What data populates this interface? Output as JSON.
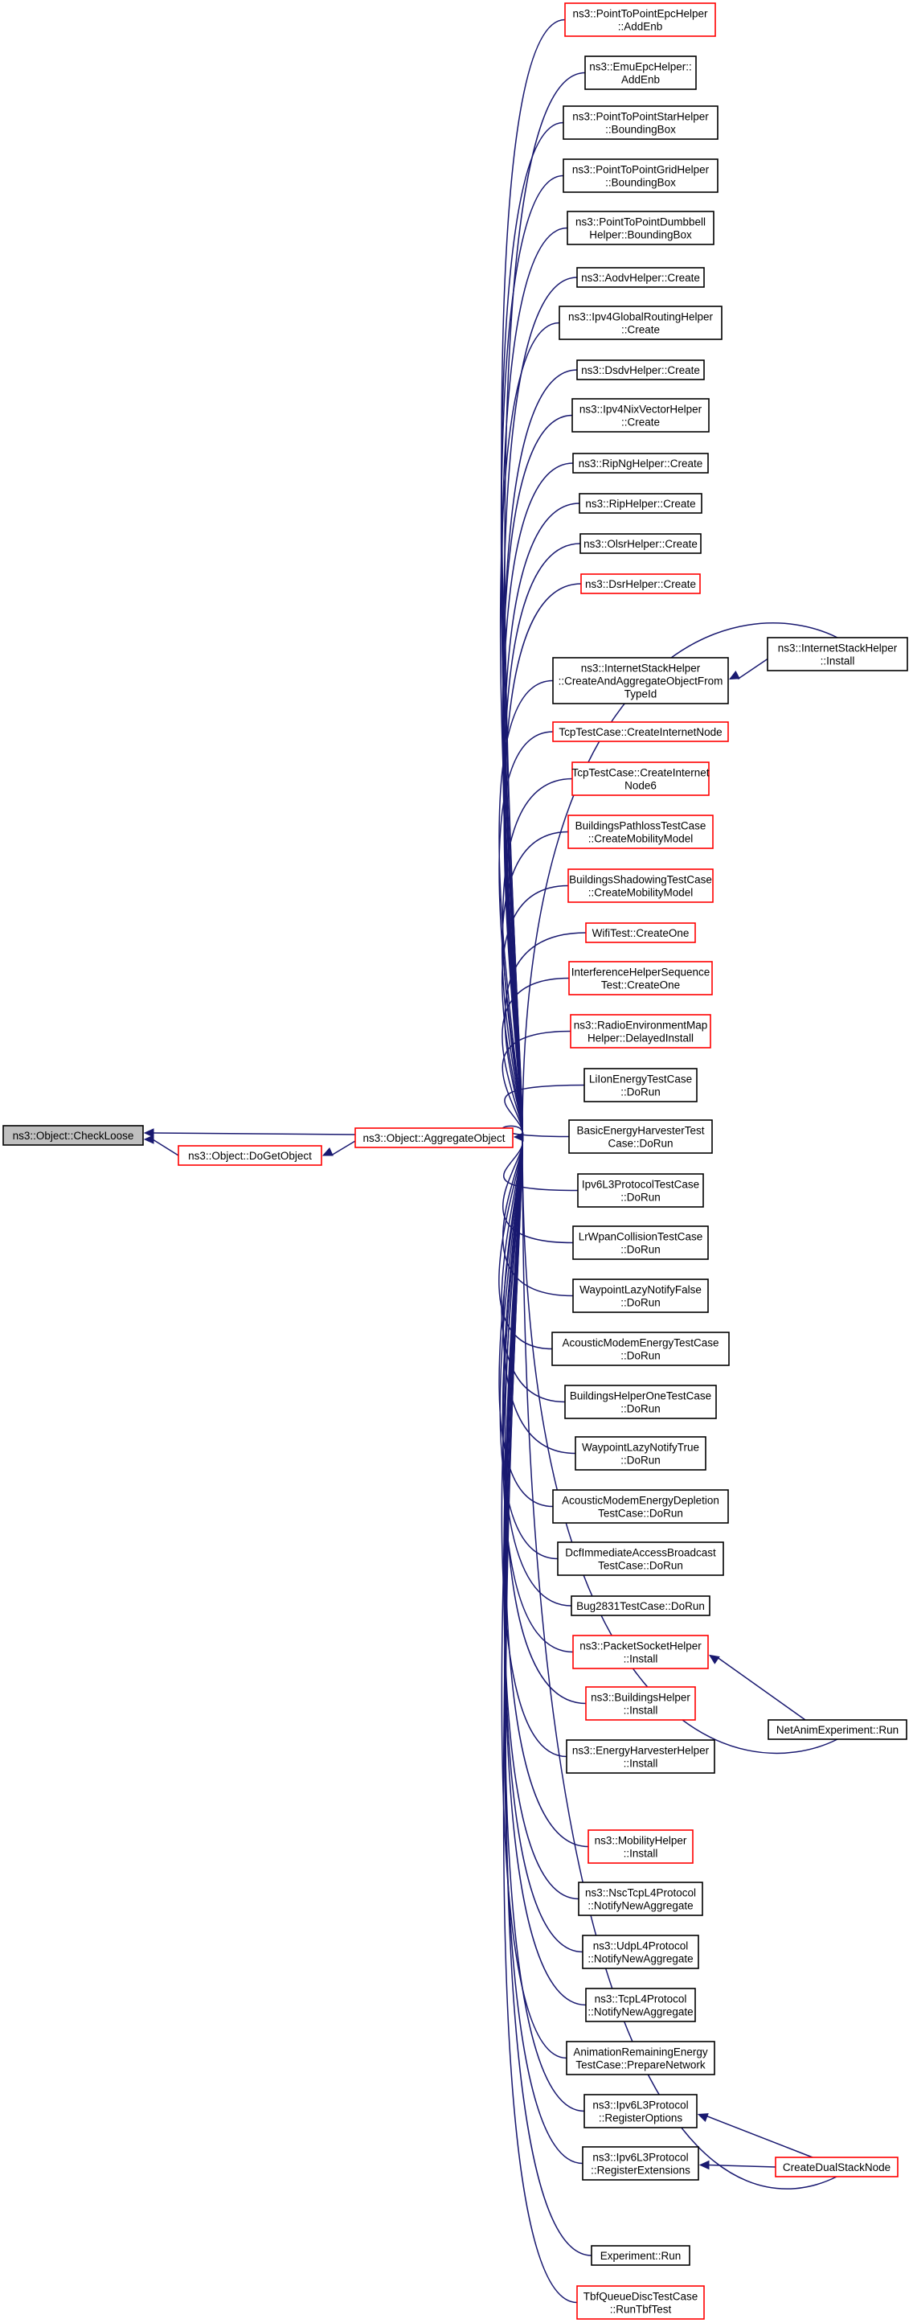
{
  "colors": {
    "edge": "#191970",
    "link_border_red": "#ff0000",
    "link_border_black": "#000000",
    "root_fill": "#bfbfbf"
  },
  "nodes": {
    "checkloose": {
      "lines": [
        "ns3::Object::CheckLoose"
      ],
      "style": "root"
    },
    "dogetobject": {
      "lines": [
        "ns3::Object::DoGetObject"
      ],
      "style": "red"
    },
    "aggregate": {
      "lines": [
        "ns3::Object::AggregateObject"
      ],
      "style": "red"
    },
    "n01": {
      "lines": [
        "ns3::PointToPointEpcHelper",
        "::AddEnb"
      ],
      "style": "red"
    },
    "n02": {
      "lines": [
        "ns3::EmuEpcHelper::",
        "AddEnb"
      ],
      "style": "black"
    },
    "n03": {
      "lines": [
        "ns3::PointToPointStarHelper",
        "::BoundingBox"
      ],
      "style": "black"
    },
    "n04": {
      "lines": [
        "ns3::PointToPointGridHelper",
        "::BoundingBox"
      ],
      "style": "black"
    },
    "n05": {
      "lines": [
        "ns3::PointToPointDumbbell",
        "Helper::BoundingBox"
      ],
      "style": "black"
    },
    "n06": {
      "lines": [
        "ns3::AodvHelper::Create"
      ],
      "style": "black"
    },
    "n07": {
      "lines": [
        "ns3::Ipv4GlobalRoutingHelper",
        "::Create"
      ],
      "style": "black"
    },
    "n08": {
      "lines": [
        "ns3::DsdvHelper::Create"
      ],
      "style": "black"
    },
    "n09": {
      "lines": [
        "ns3::Ipv4NixVectorHelper",
        "::Create"
      ],
      "style": "black"
    },
    "n10": {
      "lines": [
        "ns3::RipNgHelper::Create"
      ],
      "style": "black"
    },
    "n11": {
      "lines": [
        "ns3::RipHelper::Create"
      ],
      "style": "black"
    },
    "n12": {
      "lines": [
        "ns3::OlsrHelper::Create"
      ],
      "style": "black"
    },
    "n13": {
      "lines": [
        "ns3::DsrHelper::Create"
      ],
      "style": "red"
    },
    "n14": {
      "lines": [
        "ns3::InternetStackHelper",
        "::CreateAndAggregateObjectFrom",
        "TypeId"
      ],
      "style": "black"
    },
    "n15": {
      "lines": [
        "TcpTestCase::CreateInternetNode"
      ],
      "style": "red"
    },
    "n16": {
      "lines": [
        "TcpTestCase::CreateInternet",
        "Node6"
      ],
      "style": "red"
    },
    "n17": {
      "lines": [
        "BuildingsPathlossTestCase",
        "::CreateMobilityModel"
      ],
      "style": "red"
    },
    "n18": {
      "lines": [
        "BuildingsShadowingTestCase",
        "::CreateMobilityModel"
      ],
      "style": "red"
    },
    "n19": {
      "lines": [
        "WifiTest::CreateOne"
      ],
      "style": "red"
    },
    "n20": {
      "lines": [
        "InterferenceHelperSequence",
        "Test::CreateOne"
      ],
      "style": "red"
    },
    "n21": {
      "lines": [
        "ns3::RadioEnvironmentMap",
        "Helper::DelayedInstall"
      ],
      "style": "red"
    },
    "n22": {
      "lines": [
        "LiIonEnergyTestCase",
        "::DoRun"
      ],
      "style": "black"
    },
    "n23": {
      "lines": [
        "BasicEnergyHarvesterTest",
        "Case::DoRun"
      ],
      "style": "black"
    },
    "n24": {
      "lines": [
        "Ipv6L3ProtocolTestCase",
        "::DoRun"
      ],
      "style": "black"
    },
    "n25": {
      "lines": [
        "LrWpanCollisionTestCase",
        "::DoRun"
      ],
      "style": "black"
    },
    "n26": {
      "lines": [
        "WaypointLazyNotifyFalse",
        "::DoRun"
      ],
      "style": "black"
    },
    "n27": {
      "lines": [
        "AcousticModemEnergyTestCase",
        "::DoRun"
      ],
      "style": "black"
    },
    "n28": {
      "lines": [
        "BuildingsHelperOneTestCase",
        "::DoRun"
      ],
      "style": "black"
    },
    "n29": {
      "lines": [
        "WaypointLazyNotifyTrue",
        "::DoRun"
      ],
      "style": "black"
    },
    "n30": {
      "lines": [
        "AcousticModemEnergyDepletion",
        "TestCase::DoRun"
      ],
      "style": "black"
    },
    "n31": {
      "lines": [
        "DcfImmediateAccessBroadcast",
        "TestCase::DoRun"
      ],
      "style": "black"
    },
    "n32": {
      "lines": [
        "Bug2831TestCase::DoRun"
      ],
      "style": "black"
    },
    "n33": {
      "lines": [
        "ns3::PacketSocketHelper",
        "::Install"
      ],
      "style": "red"
    },
    "n34": {
      "lines": [
        "ns3::BuildingsHelper",
        "::Install"
      ],
      "style": "red"
    },
    "n35": {
      "lines": [
        "ns3::EnergyHarvesterHelper",
        "::Install"
      ],
      "style": "black"
    },
    "n36": {
      "lines": [
        "ns3::MobilityHelper",
        "::Install"
      ],
      "style": "red"
    },
    "n37": {
      "lines": [
        "ns3::NscTcpL4Protocol",
        "::NotifyNewAggregate"
      ],
      "style": "black"
    },
    "n38": {
      "lines": [
        "ns3::UdpL4Protocol",
        "::NotifyNewAggregate"
      ],
      "style": "black"
    },
    "n39": {
      "lines": [
        "ns3::TcpL4Protocol",
        "::NotifyNewAggregate"
      ],
      "style": "black"
    },
    "n40": {
      "lines": [
        "AnimationRemainingEnergy",
        "TestCase::PrepareNetwork"
      ],
      "style": "black"
    },
    "n41": {
      "lines": [
        "ns3::Ipv6L3Protocol",
        "::RegisterOptions"
      ],
      "style": "black"
    },
    "n42": {
      "lines": [
        "ns3::Ipv6L3Protocol",
        "::RegisterExtensions"
      ],
      "style": "black"
    },
    "n43": {
      "lines": [
        "Experiment::Run"
      ],
      "style": "black"
    },
    "n44": {
      "lines": [
        "TbfQueueDiscTestCase",
        "::RunTbfTest"
      ],
      "style": "red"
    },
    "install": {
      "lines": [
        "ns3::InternetStackHelper",
        "::Install"
      ],
      "style": "black"
    },
    "netanim": {
      "lines": [
        "NetAnimExperiment::Run"
      ],
      "style": "black"
    },
    "dualstack": {
      "lines": [
        "CreateDualStackNode"
      ],
      "style": "red"
    }
  }
}
